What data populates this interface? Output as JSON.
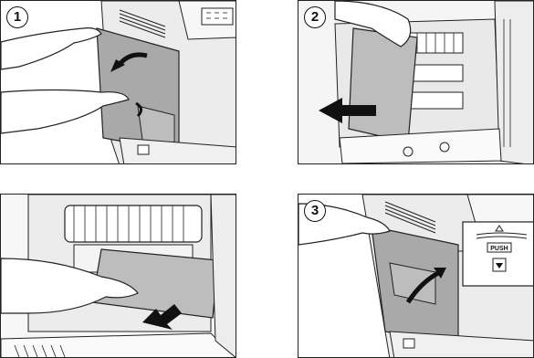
{
  "steps": [
    {
      "badge": "1"
    },
    {
      "badge": "2"
    },
    {
      "badge": ""
    },
    {
      "badge": "3",
      "inset_label": "PUSH"
    }
  ],
  "colors": {
    "stroke": "#222222",
    "paper": "#cfcfcf",
    "machine": "#e6e6e6",
    "arrow": "#111111"
  },
  "icons": [
    "curved-arrow-icon",
    "left-arrow-icon",
    "down-arrow-icon",
    "lock-down-icon"
  ]
}
